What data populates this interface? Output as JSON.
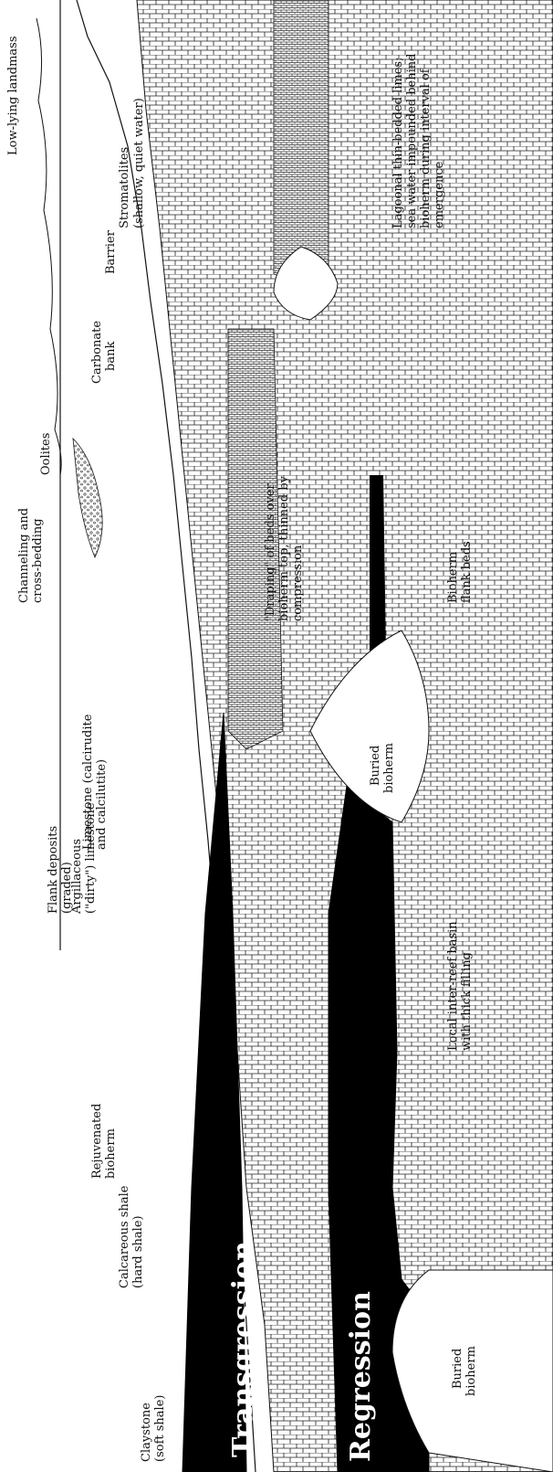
{
  "labels": {
    "low_lying_landmass": "Low-lying landmass",
    "barrier": "Barrier",
    "stromatolites": "Stromatolites",
    "stromatolites_note": "(shallow, quiet water)",
    "lagoonal_1": "Lagoonal thin-bedded limes;",
    "lagoonal_2": "sea water impounded behind",
    "lagoonal_3": "bioherm during interval of",
    "lagoonal_4": "emergence",
    "carbonate_bank_1": "Carbonate",
    "carbonate_bank_2": "bank",
    "oolites": "Oolites",
    "channeling_1": "Channeling and",
    "channeling_2": "cross-bedding",
    "draping_1": "\"Draping\" of beds over",
    "draping_2": "bioherm top, thinned by",
    "draping_3": "compression",
    "bioherm_flank_1": "Bioherm",
    "bioherm_flank_2": "flank beds",
    "limestone_1": "Limestone (calcirudite",
    "limestone_2": "and calcilutite)",
    "buried_bioherm_1": "Buried",
    "buried_bioherm_2": "bioherm",
    "argillaceous_1": "Argillaceous",
    "argillaceous_2": "(\"dirty\") limestone",
    "flank_deposits_1": "Flank deposits",
    "flank_deposits_2": "(graded)",
    "local_basin_1": "Local inter-reef basin",
    "local_basin_2": "with thick filling",
    "rejuvenated_1": "Rejuvenated",
    "rejuvenated_2": "bioherm",
    "calcareous_1": "Calcareous shale",
    "calcareous_2": "(hard shale)",
    "claystone_1": "Claystone",
    "claystone_2": "(soft shale)",
    "transgression": "Transgression",
    "regression": "Regression",
    "buried_bioherm_lower_1": "Buried",
    "buried_bioherm_lower_2": "bioherm"
  },
  "colors": {
    "ink": "#111111",
    "shale": "#000000",
    "paper": "#ffffff"
  }
}
